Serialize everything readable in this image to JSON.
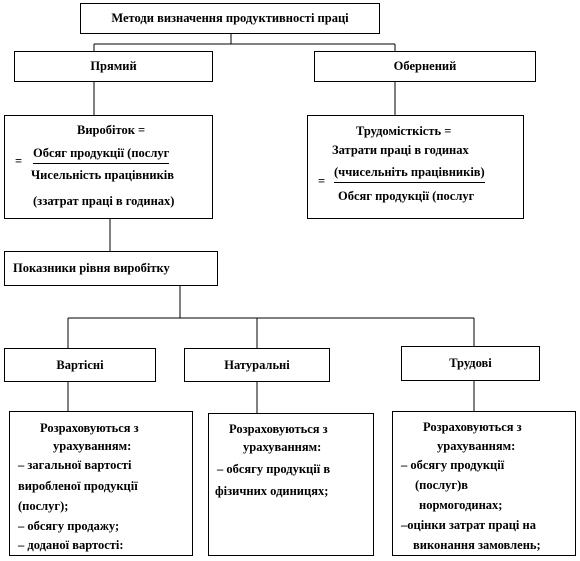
{
  "title": "Методи  визначення продуктивності праці",
  "direct": "Прямий",
  "inverse": "Обернений",
  "output_box": {
    "line1": "Виробіток =",
    "eq": "=",
    "numerator": "Обсяг продукції  (послуг",
    "denominator": "Чисельність працівників",
    "line4": "(ззатрат  праці в годинах)"
  },
  "labor_box": {
    "line1": "Трудомісткість  =",
    "line2": "Затрати праці в годинах",
    "eq": "=",
    "numerator": "(ччисельніть працівників)",
    "denominator": "Обсяг продукції  (послуг"
  },
  "indicators": "Показники рівня виробітку",
  "categories": {
    "cost": "Вартісні",
    "natural": "Натуральні",
    "labor": "Трудові"
  },
  "details": {
    "cost": [
      "Розраховуються  з",
      "урахуванням:",
      "– загальної вартості",
      "виробленої продукції",
      "(послуг);",
      "–   обсягу продажу;",
      "–   доданої вартості:"
    ],
    "natural": [
      "Розраховуються  з",
      "урахуванням:",
      "–  обсягу продукції в",
      "фізичних  одиницях;"
    ],
    "labor": [
      "Розраховуються  з",
      "урахуванням:",
      "– обсягу продукції",
      "(послуг)в",
      "нормогодинах;",
      "–оцінки затрат праці на",
      "виконання замовлень;"
    ]
  }
}
